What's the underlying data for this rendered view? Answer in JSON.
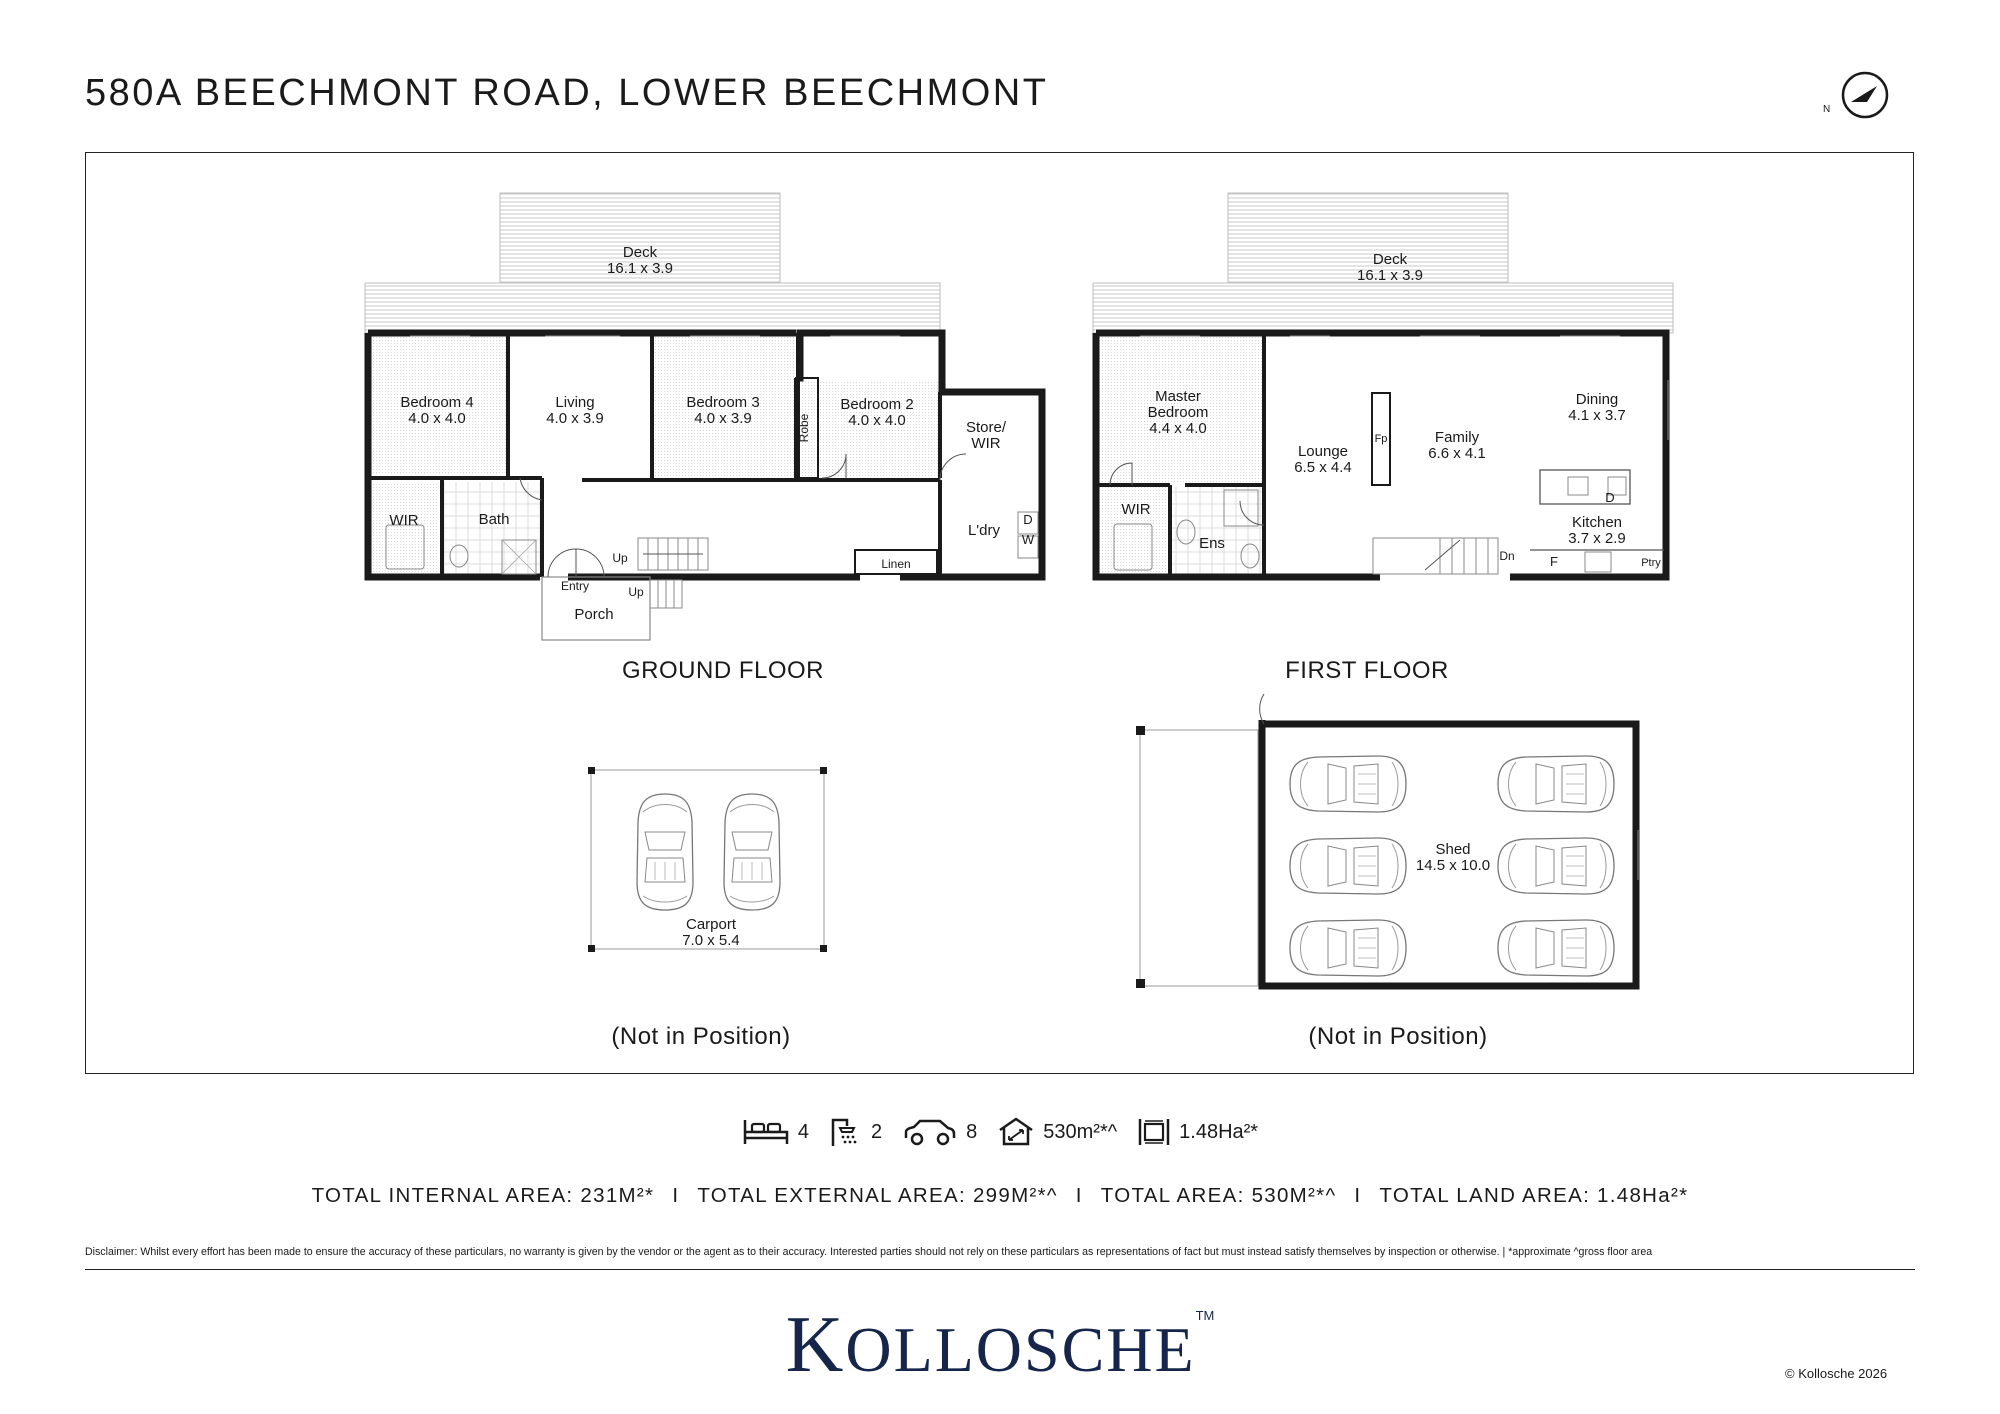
{
  "title": "580A BEECHMONT ROAD, LOWER BEECHMONT",
  "north_label": "N",
  "floors": {
    "ground": "GROUND FLOOR",
    "first": "FIRST FLOOR",
    "carport_note": "(Not in Position)",
    "shed_note": "(Not in Position)"
  },
  "rooms": {
    "gf_deck": {
      "name": "Deck",
      "dims": "16.1 x 3.9"
    },
    "gf_bed4": {
      "name": "Bedroom 4",
      "dims": "4.0 x 4.0"
    },
    "gf_living": {
      "name": "Living",
      "dims": "4.0 x 3.9"
    },
    "gf_bed3": {
      "name": "Bedroom 3",
      "dims": "4.0 x 3.9"
    },
    "gf_bed2": {
      "name": "Bedroom 2",
      "dims": "4.0 x 4.0"
    },
    "gf_robe": "Robe",
    "gf_store": {
      "line1": "Store/",
      "line2": "WIR"
    },
    "gf_wir": "WIR",
    "gf_bath": "Bath",
    "gf_ldry": "L'dry",
    "gf_d": "D",
    "gf_w": "W",
    "gf_linen": "Linen",
    "gf_up1": "Up",
    "gf_up2": "Up",
    "gf_entry": "Entry",
    "gf_porch": "Porch",
    "ff_deck": {
      "name": "Deck",
      "dims": "16.1 x 3.9"
    },
    "ff_master": {
      "line1": "Master",
      "line2": "Bedroom",
      "dims": "4.4 x 4.0"
    },
    "ff_lounge": {
      "name": "Lounge",
      "dims": "6.5 x 4.4"
    },
    "ff_family": {
      "name": "Family",
      "dims": "6.6 x 4.1"
    },
    "ff_dining": {
      "name": "Dining",
      "dims": "4.1 x 3.7"
    },
    "ff_kitchen": {
      "name": "Kitchen",
      "dims": "3.7 x 2.9"
    },
    "ff_fp": "Fp",
    "ff_wir": "WIR",
    "ff_ens": "Ens",
    "ff_dn": "Dn",
    "ff_d": "D",
    "ff_f": "F",
    "ff_ptry": "Ptry",
    "carport": {
      "name": "Carport",
      "dims": "7.0 x 5.4"
    },
    "shed": {
      "name": "Shed",
      "dims": "14.5 x 10.0"
    }
  },
  "stats": {
    "bedrooms": "4",
    "bathrooms": "2",
    "cars": "8",
    "floor_area": "530m²*^",
    "land_area": "1.48Ha²*"
  },
  "totals": {
    "internal": "TOTAL INTERNAL AREA: 231M²*",
    "external": "TOTAL EXTERNAL AREA: 299M²*^",
    "total": "TOTAL  AREA: 530M²*^",
    "land": "TOTAL LAND AREA: 1.48Ha²*",
    "separator": "I"
  },
  "disclaimer": "Disclaimer: Whilst every effort has been made to ensure the accuracy of these particulars, no warranty is given by the vendor or the agent as to their accuracy. Interested parties should not rely on these particulars as representations of fact but must instead satisfy themselves by inspection or otherwise.  |  *approximate ^gross floor area",
  "logo": {
    "first": "K",
    "rest": "OLLOSCHE",
    "tm": "TM"
  },
  "copyright": "© Kollosche 2026",
  "colors": {
    "brand": "#16254a",
    "wall": "#1a1a1a",
    "line": "#555555"
  }
}
